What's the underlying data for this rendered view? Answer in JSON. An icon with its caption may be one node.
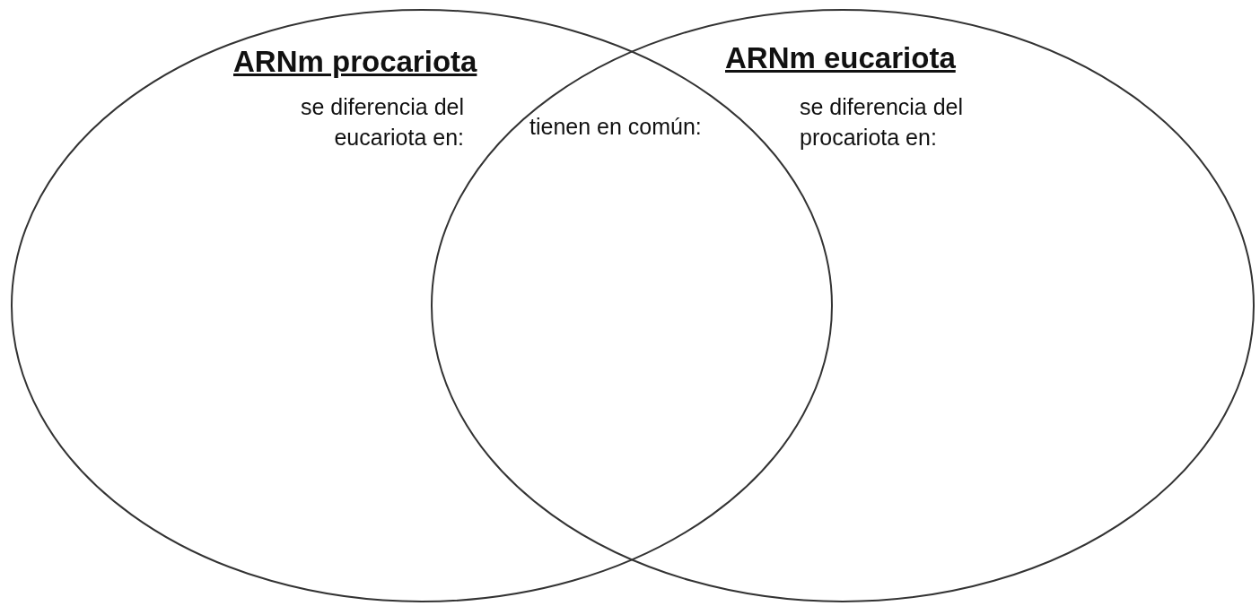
{
  "diagram": {
    "nodes": [
      {
        "text": [
          "ARNm procariota",
          "se diferencia del eucariota en:"
        ]
      },
      {
        "text": [
          "ARNm eucariota",
          "se diferencia del procariota en:"
        ]
      }
    ],
    "labels": [
      "tienen en común:"
    ]
  }
}
